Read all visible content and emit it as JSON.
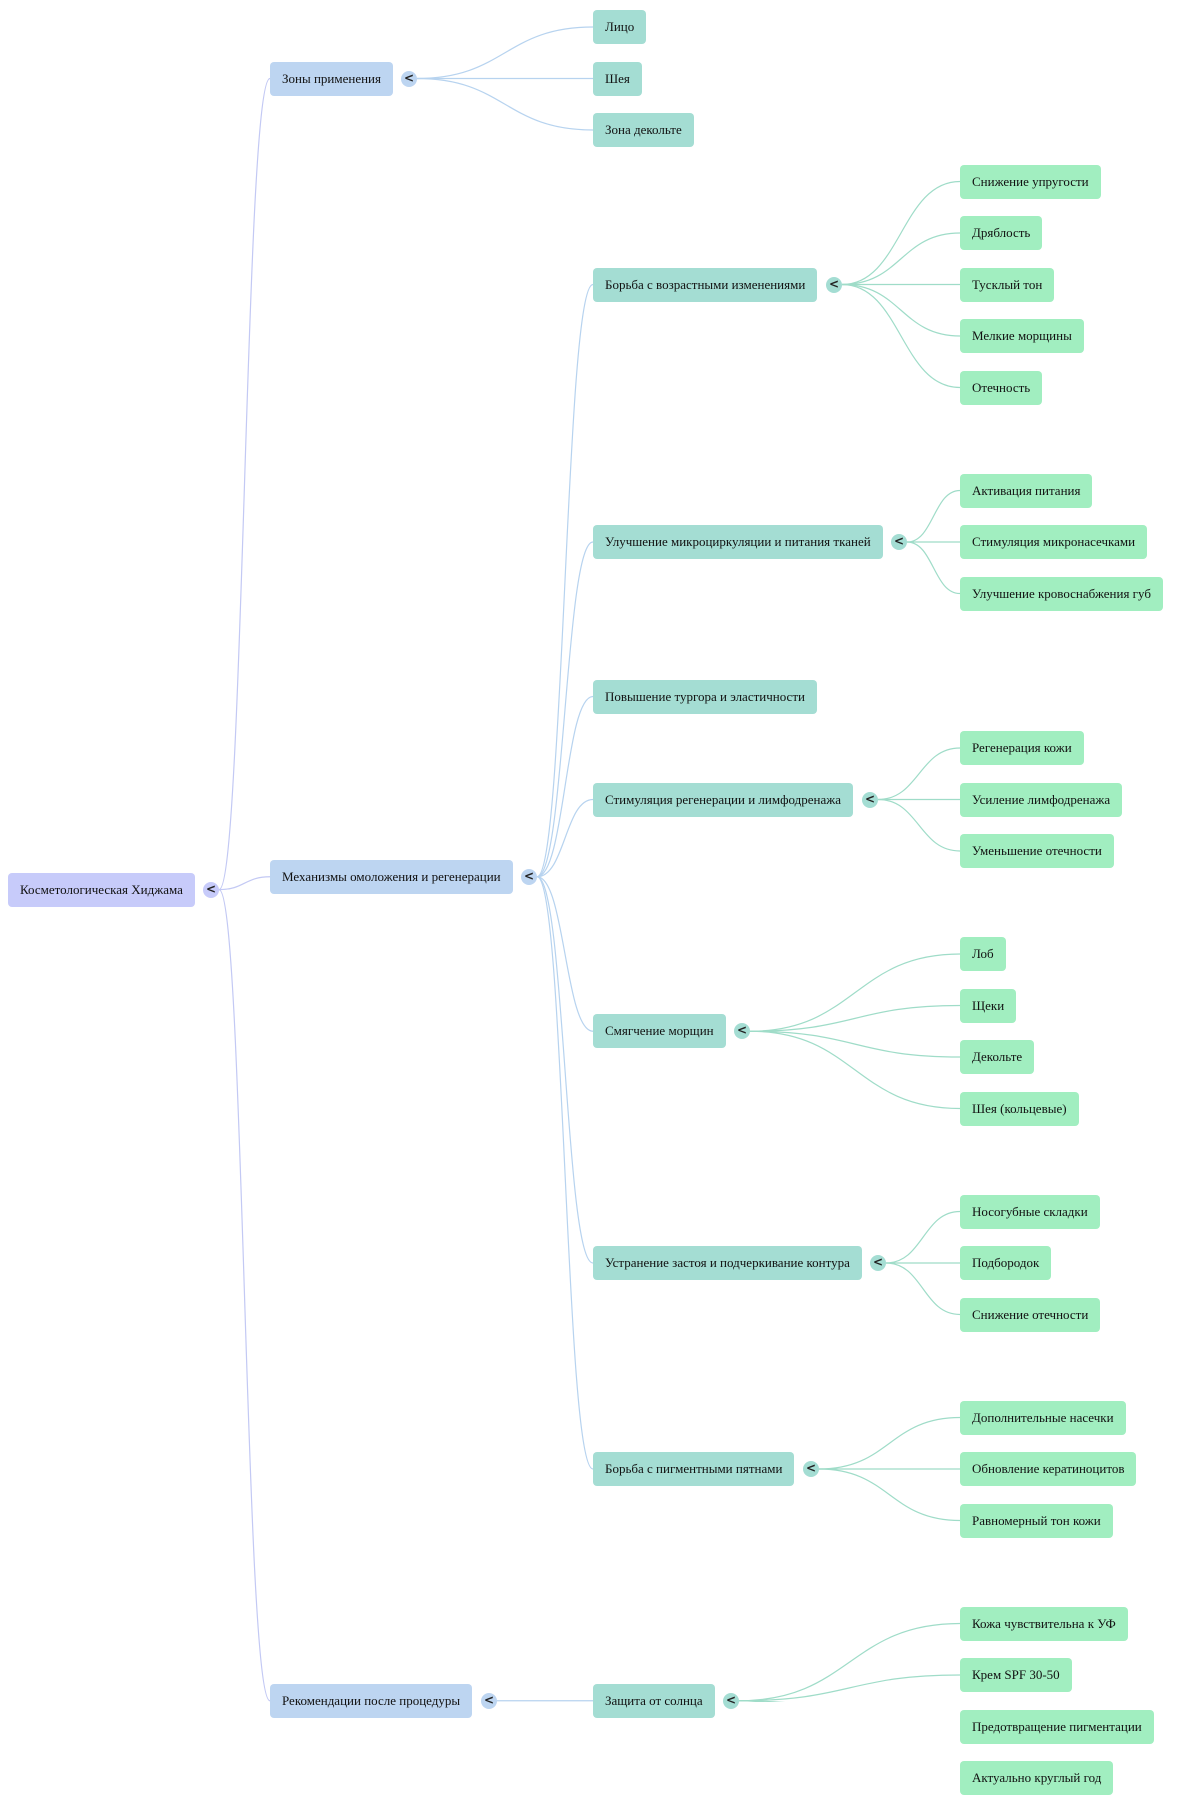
{
  "mindmap": {
    "root": {
      "label": "Косметологическая Хиджама",
      "toggle": "<",
      "children": [
        {
          "label": "Зоны применения",
          "toggle": "<",
          "children": [
            {
              "label": "Лицо"
            },
            {
              "label": "Шея"
            },
            {
              "label": "Зона декольте"
            }
          ]
        },
        {
          "label": "Механизмы омоложения и регенерации",
          "toggle": "<",
          "children": [
            {
              "label": "Борьба с возрастными изменениями",
              "toggle": "<",
              "children": [
                {
                  "label": "Снижение упругости"
                },
                {
                  "label": "Дряблость"
                },
                {
                  "label": "Тусклый тон"
                },
                {
                  "label": "Мелкие морщины"
                },
                {
                  "label": "Отечность"
                }
              ]
            },
            {
              "label": "Улучшение микроциркуляции и питания тканей",
              "toggle": "<",
              "children": [
                {
                  "label": "Активация питания"
                },
                {
                  "label": "Стимуляция микронасечками"
                },
                {
                  "label": "Улучшение кровоснабжения губ"
                }
              ]
            },
            {
              "label": "Повышение тургора и эластичности"
            },
            {
              "label": "Стимуляция регенерации и лимфодренажа",
              "toggle": "<",
              "children": [
                {
                  "label": "Регенерация кожи"
                },
                {
                  "label": "Усиление лимфодренажа"
                },
                {
                  "label": "Уменьшение отечности"
                }
              ]
            },
            {
              "label": "Смягчение морщин",
              "toggle": "<",
              "children": [
                {
                  "label": "Лоб"
                },
                {
                  "label": "Щеки"
                },
                {
                  "label": "Декольте"
                },
                {
                  "label": "Шея (кольцевые)"
                }
              ]
            },
            {
              "label": "Устранение застоя и подчеркивание контура",
              "toggle": "<",
              "children": [
                {
                  "label": "Носогубные складки"
                },
                {
                  "label": "Подбородок"
                },
                {
                  "label": "Снижение отечности"
                }
              ]
            },
            {
              "label": "Борьба с пигментными пятнами",
              "toggle": "<",
              "children": [
                {
                  "label": "Дополнительные насечки"
                },
                {
                  "label": "Обновление кератиноцитов"
                },
                {
                  "label": "Равномерный тон кожи"
                }
              ]
            }
          ]
        },
        {
          "label": "Рекомендации после процедуры",
          "toggle": "<",
          "children": [
            {
              "label": "Защита от солнца",
              "toggle": "<",
              "children": [
                {
                  "label": "Кожа чувствительна к УФ"
                },
                {
                  "label": "Крем SPF 30-50"
                },
                {
                  "label": "Предотвращение пигментации"
                },
                {
                  "label": "Актуально круглый год"
                }
              ]
            }
          ]
        }
      ]
    },
    "colors": {
      "level0": "#c7cbfa",
      "level1": "#bdd5f1",
      "level2": "#a4ddd3",
      "level3": "#a1eec0",
      "edge_level0": "#c3c9f4",
      "edge_level1": "#b7d3ef",
      "edge_level2": "#9fdcc8"
    }
  }
}
